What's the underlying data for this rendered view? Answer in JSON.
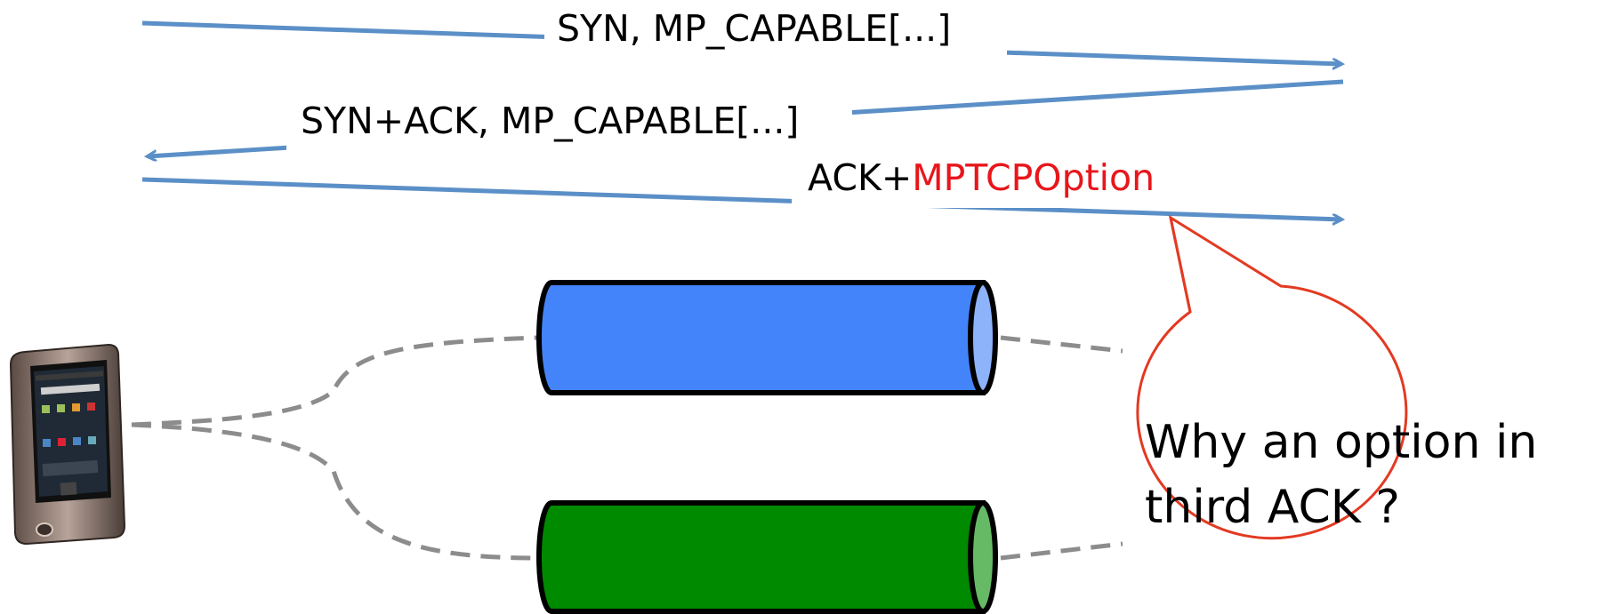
{
  "messages": {
    "syn": "SYN, MP_CAPABLE[...]",
    "synack": "SYN+ACK, MP_CAPABLE[...]",
    "ack_prefix": "ACK+",
    "ack_option": "MPTCPOption"
  },
  "callout": {
    "line1": "Why an option in",
    "line2": "third ACK ?"
  },
  "colors": {
    "arrow": "#5b8fc7",
    "option_text": "#e8161b",
    "callout_border": "#e33a22",
    "tube_top_body": "#4484fa",
    "tube_top_cap": "#8db3fb",
    "tube_bottom_body": "#008a00",
    "tube_bottom_cap": "#66ba66",
    "dashed_path": "#8c8c8c"
  },
  "icons": {
    "device": "smartphone-icon",
    "subflow_1": "blue-pipe",
    "subflow_2": "green-pipe"
  }
}
